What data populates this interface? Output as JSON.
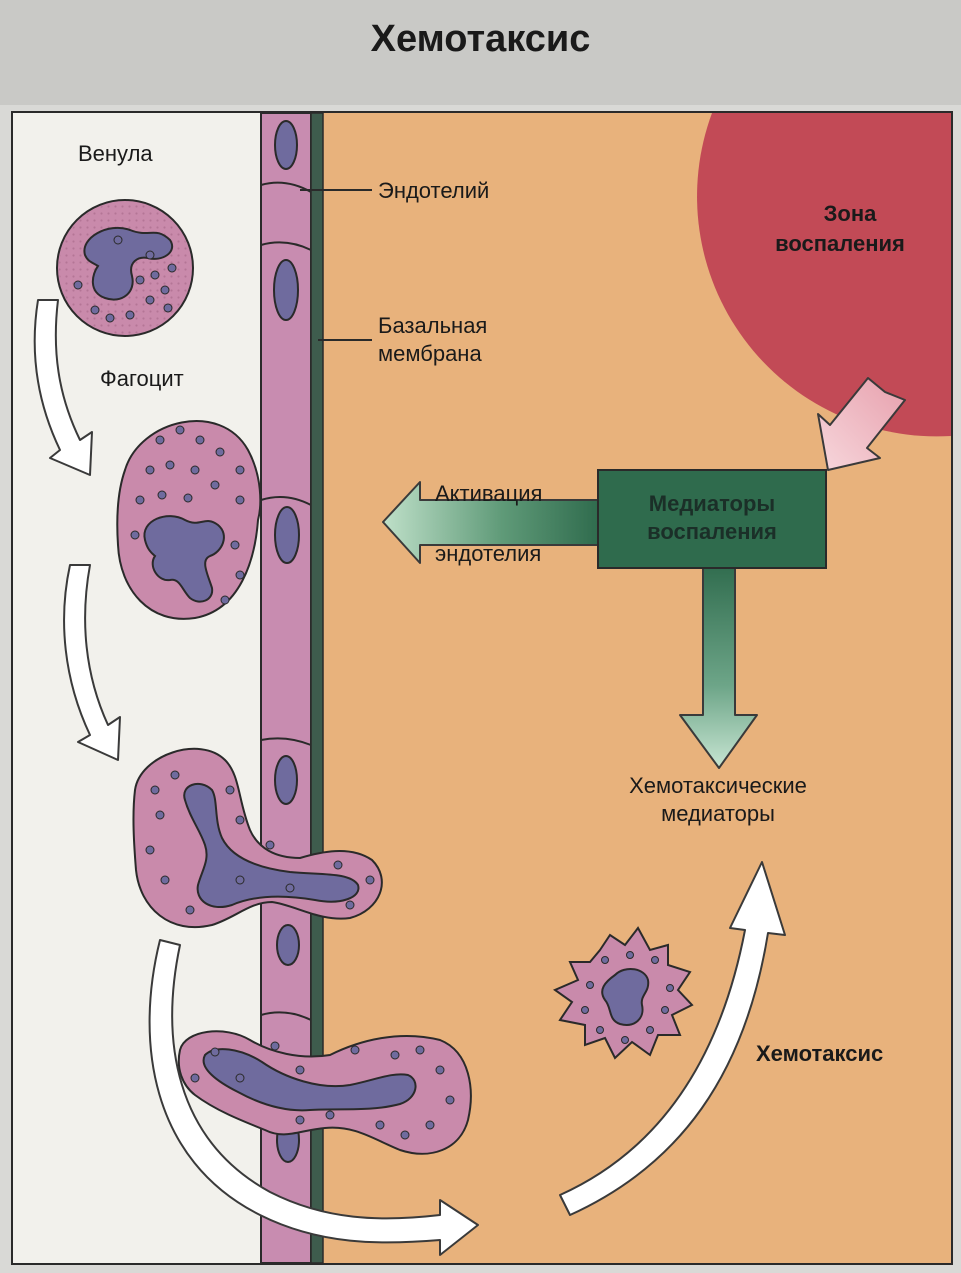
{
  "title": "Хемотаксис",
  "labels": {
    "venule": "Венула",
    "phagocyte": "Фагоцит",
    "endothelium": "Эндотелий",
    "basement_line1": "Базальная",
    "basement_line2": "мембрана",
    "zone_line1": "Зона",
    "zone_line2": "воспаления",
    "activation_line1": "Активация",
    "activation_line2": "эндотелия",
    "mediators_line1": "Медиаторы",
    "mediators_line2": "воспаления",
    "chemo_line1": "Хемотаксические",
    "chemo_line2": "медиаторы",
    "chemotaxis": "Хемотаксис"
  },
  "colors": {
    "tissue": "#e8b27c",
    "venule_bg": "#f2f1ec",
    "endothelium": "#c88cb0",
    "membrane": "#3e5c4d",
    "inflammation_zone": "#c24a56",
    "cell": "#c98aab",
    "nucleus": "#6f6b9e",
    "mediator_box": "#2f6b4d",
    "arrow_outline": "#3a3a3a"
  }
}
